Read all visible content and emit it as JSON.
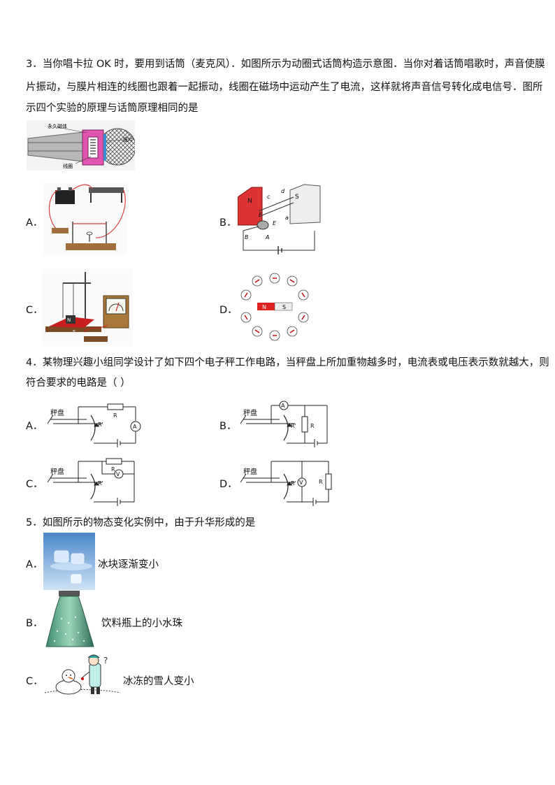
{
  "q3": {
    "line1": "3．当你唱卡拉 OK 时，要用到话筒（麦克风）．如图所示为动圈式话筒构造示意图．当你对着话筒唱歌时，声音使膜",
    "line2": "片振动，与膜片相连的线圈也跟着一起振动，线圈在磁场中运动产生了电流，这样就将声音信号转化成电信号．图所",
    "line3": "示四个实验的原理与话筒原理相同的是",
    "mic_labels": {
      "magnet": "永久磁体",
      "film": "膜片",
      "coil": "线圈"
    },
    "opt_a": "A．",
    "opt_b": "B．",
    "opt_c": "C．",
    "opt_d": "D．",
    "b_labels": {
      "n": "N",
      "c": "c",
      "s": "S",
      "d": "d",
      "a": "a",
      "e": "E",
      "f": "F",
      "bb": "B",
      "aa": "A"
    },
    "c_labels": {
      "n": "N",
      "s": "S"
    },
    "d_labels": {
      "n": "N",
      "s": "S"
    }
  },
  "q4": {
    "line1": "4．某物理兴趣小组同学设计了如下四个电子秤工作电路，当秤盘上所加重物越多时，电流表或电压表示数就越大，则",
    "line2": "符合要求的电路是（   ）",
    "opt_a": "A．",
    "opt_b": "B．",
    "opt_c": "C．",
    "opt_d": "D．",
    "pan": "秤盘",
    "r": "R",
    "rp": "R'",
    "ammeter": "A",
    "voltmeter": "V"
  },
  "q5": {
    "line1": "5．如图所示的物态变化实例中，由于升华形成的是",
    "opt_a": "A．",
    "opt_b": "B．",
    "opt_c": "C．",
    "cap_a": "冰块逐渐变小",
    "cap_b": "饮料瓶上的小水珠",
    "cap_c": "冰冻的雪人变小",
    "question_mark": "?"
  }
}
